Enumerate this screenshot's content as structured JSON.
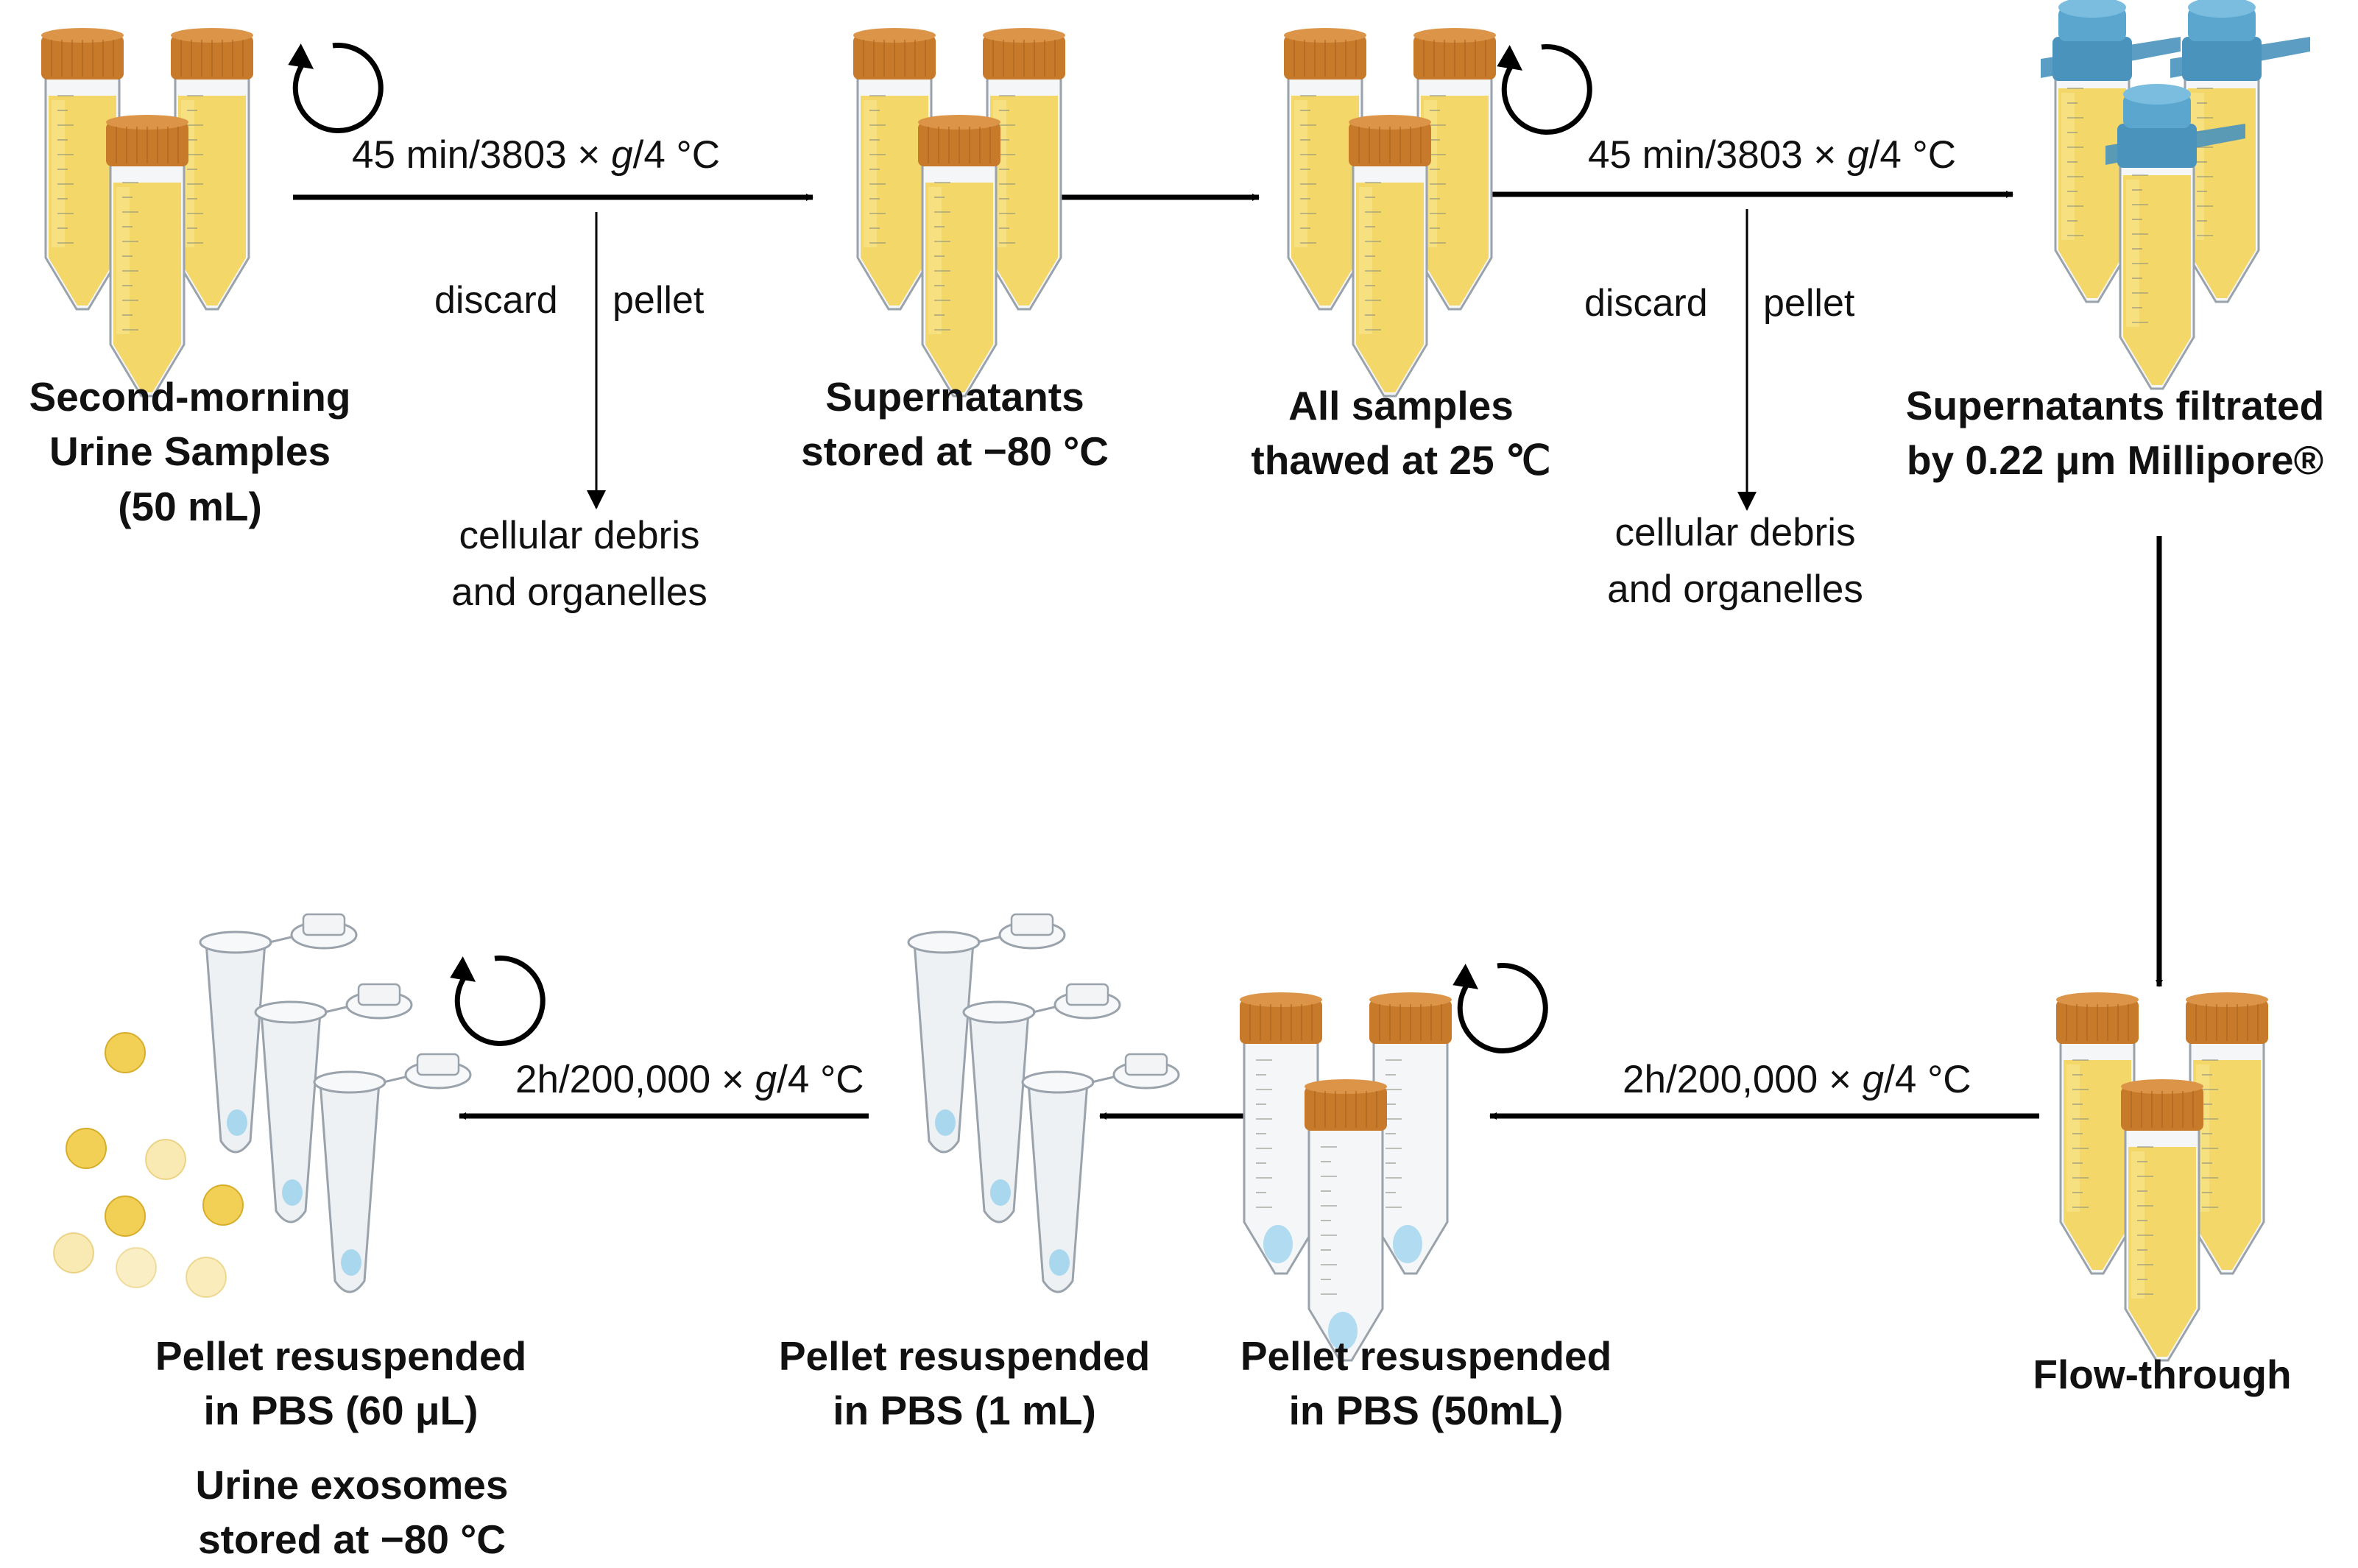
{
  "colors": {
    "urine_fill": "#F2D45C",
    "urine_light": "#F7E48A",
    "cap_orange": "#C77A2A",
    "filter_blue": "#4A93BC",
    "tube_outline": "#9aa3ab",
    "pellet_blue": "#A9D8EE",
    "exosome_yellow": "#F2CF55",
    "arrow": "#000000"
  },
  "icons": [
    "conical-tube-icon",
    "filter-tube-icon",
    "microcentrifuge-tube-icon",
    "centrifuge-rotation-icon",
    "exosome-vesicle-icon"
  ],
  "steps": {
    "urine": {
      "lines": [
        "Second-morning",
        "Urine Samples",
        "(50 mL)"
      ]
    },
    "stored": {
      "lines": [
        "Supernatants",
        "stored at −80 °C"
      ]
    },
    "thawed": {
      "lines": [
        "All samples",
        "thawed at 25 ℃"
      ]
    },
    "filtered": {
      "lines": [
        "Supernatants filtrated",
        "by 0.22 μm Millipore®"
      ]
    },
    "flow": {
      "lines": [
        "Flow-through"
      ]
    },
    "pbs50": {
      "lines": [
        "Pellet resuspended",
        "in PBS (50mL)"
      ]
    },
    "pbs1": {
      "lines": [
        "Pellet resuspended",
        "in PBS (1 mL)"
      ]
    },
    "pbs60": {
      "lines": [
        "Pellet resuspended",
        "in PBS (60 μL)"
      ]
    },
    "exosomes": {
      "lines": [
        "Urine exosomes",
        "stored at −80 °C"
      ]
    }
  },
  "conditions": {
    "spin1": {
      "pre": "45 min/3803 × ",
      "g": "g",
      "post": "/4 °C"
    },
    "spin2": {
      "pre": "45 min/3803 × ",
      "g": "g",
      "post": "/4 °C"
    },
    "spin3": {
      "pre": "2h/200,000 × ",
      "g": "g",
      "post": "/4 °C"
    },
    "spin4": {
      "pre": "2h/200,000 × ",
      "g": "g",
      "post": "/4 °C"
    }
  },
  "discard": {
    "left_label": "discard",
    "right_label": "pellet",
    "debris_lines": [
      "cellular debris",
      "and organelles"
    ]
  }
}
